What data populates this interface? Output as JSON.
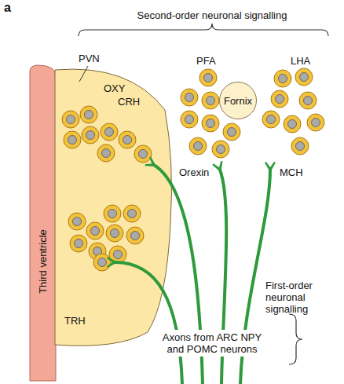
{
  "diagram": {
    "nodes": [
      {
        "text": [
          "Third ventricle"
        ]
      },
      {
        "text": [
          "PVN",
          "OXY",
          "CRH",
          "TRH"
        ]
      },
      {
        "text": [
          "Fornix"
        ]
      }
    ],
    "labels": [
      "a",
      "Second-order neuronal signalling",
      "PFA",
      "LHA",
      "Orexin",
      "MCH",
      "First-order neuronal signalling",
      "Axons from ARC NPY and POMC neurons"
    ]
  }
}
